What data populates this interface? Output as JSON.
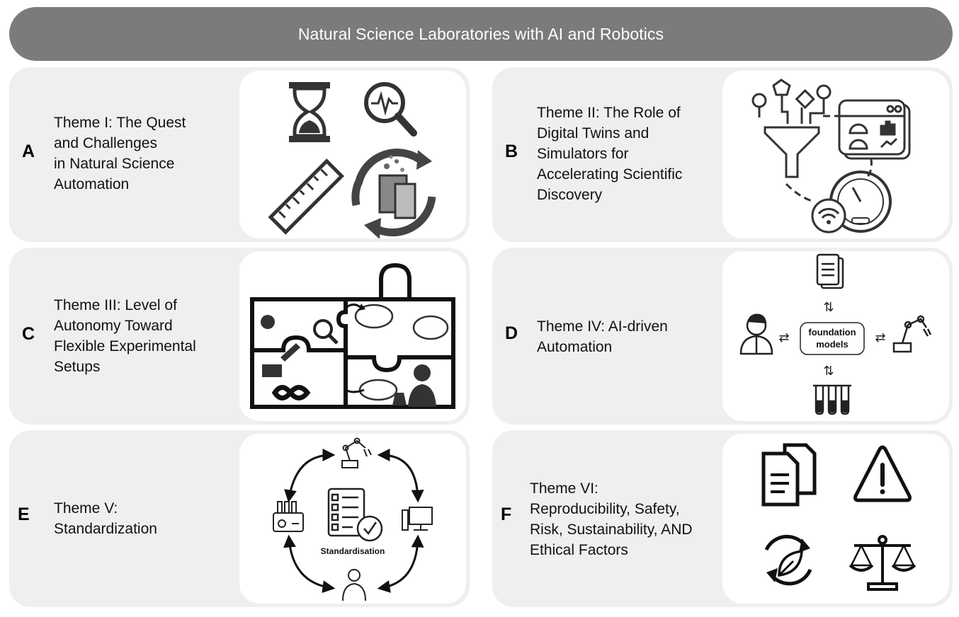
{
  "header": {
    "title": "Natural Science Laboratories with AI and Robotics"
  },
  "panels": [
    {
      "letter": "A",
      "lines": [
        "Theme I: The Quest",
        "and Challenges",
        "in Natural Science",
        "Automation"
      ]
    },
    {
      "letter": "B",
      "lines": [
        "Theme II: The Role of",
        "Digital Twins and",
        "Simulators for",
        "Accelerating Scientific",
        "Discovery"
      ]
    },
    {
      "letter": "C",
      "lines": [
        "Theme III: Level of",
        "Autonomy Toward",
        "Flexible Experimental",
        "Setups"
      ]
    },
    {
      "letter": "D",
      "lines": [
        "Theme IV: AI-driven",
        "Automation"
      ]
    },
    {
      "letter": "E",
      "lines": [
        "Theme V:",
        "Standardization"
      ]
    },
    {
      "letter": "F",
      "lines": [
        "Theme VI:",
        "Reproducibility, Safety,",
        "Risk, Sustainability, AND",
        "Ethical Factors"
      ]
    }
  ],
  "illustrations": {
    "foundation_models": [
      "foundation",
      "models"
    ],
    "standardisation_label": "Standardisation"
  },
  "icons": {
    "A": [
      "hourglass-icon",
      "magnifier-waveform-icon",
      "ruler-icon",
      "beaker-cycle-icon"
    ],
    "B": [
      "data-funnel-icon",
      "dashboard-icon",
      "gauge-icon",
      "wifi-icon"
    ],
    "C": [
      "puzzle-lab-icon"
    ],
    "D": [
      "document-icon",
      "scientist-icon",
      "robot-arm-icon",
      "test-tubes-icon"
    ],
    "E": [
      "robot-arm-icon",
      "computer-icon",
      "scientist-icon",
      "lab-instrument-icon",
      "checklist-icon"
    ],
    "F": [
      "documents-icon",
      "warning-icon",
      "sustainability-leaf-icon",
      "balance-scale-icon"
    ]
  },
  "colors": {
    "banner": "#7b7b7b",
    "panel": "#efefef",
    "card": "#ffffff",
    "ink": "#222222"
  }
}
